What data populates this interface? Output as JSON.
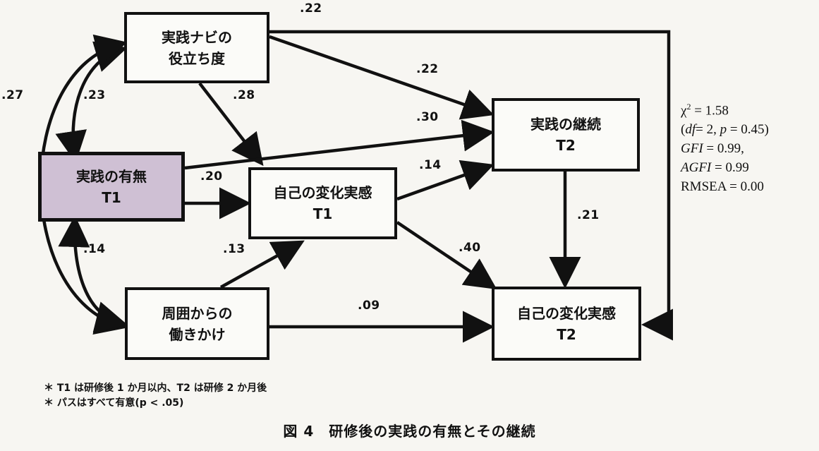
{
  "boxes": {
    "navi": {
      "line1": "実践ナビの",
      "line2": "役立ち度"
    },
    "jissen_umu": {
      "line1": "実践の有無",
      "line2": "T1"
    },
    "henka_t1": {
      "line1": "自己の変化実感",
      "line2": "T1"
    },
    "keizoku": {
      "line1": "実践の継続",
      "line2": "T2"
    },
    "shuui": {
      "line1": "周囲からの",
      "line2": "働きかけ"
    },
    "henka_t2": {
      "line1": "自己の変化実感",
      "line2": "T2"
    }
  },
  "paths": {
    "navi_to_henka_t2": ".22",
    "navi_to_keizoku": ".22",
    "umu_to_keizoku": ".30",
    "navi_to_henka_t1": ".28",
    "umu_to_henka_t1": ".20",
    "henka_t1_to_keizoku": ".14",
    "shuui_to_henka_t1": ".13",
    "henka_t1_to_henka_t2": ".40",
    "keizoku_to_henka_t2": ".21",
    "shuui_to_henka_t2": ".09",
    "cov_navi_umu": ".23",
    "cov_navi_shuui": ".27",
    "cov_umu_shuui": ".14"
  },
  "fit": {
    "chi_sym": "χ",
    "chi_sup": "2",
    "chi_val": " = 1.58",
    "df_open": "(",
    "df_label": "df",
    "df_val": "= 2, ",
    "p_label": "p",
    "p_val": " = 0.45)",
    "gfi_label": "GFI",
    "gfi_val": " = 0.99,",
    "agfi_label": "AGFI",
    "agfi_val": " = 0.99",
    "rmsea": "RMSEA = 0.00"
  },
  "notes": [
    "＊ T1 は研修後 1 か月以内、T2 は研修 2 か月後",
    "＊ パスはすべて有意(p < .05)"
  ],
  "caption": "図 4　研修後の実践の有無とその継続"
}
